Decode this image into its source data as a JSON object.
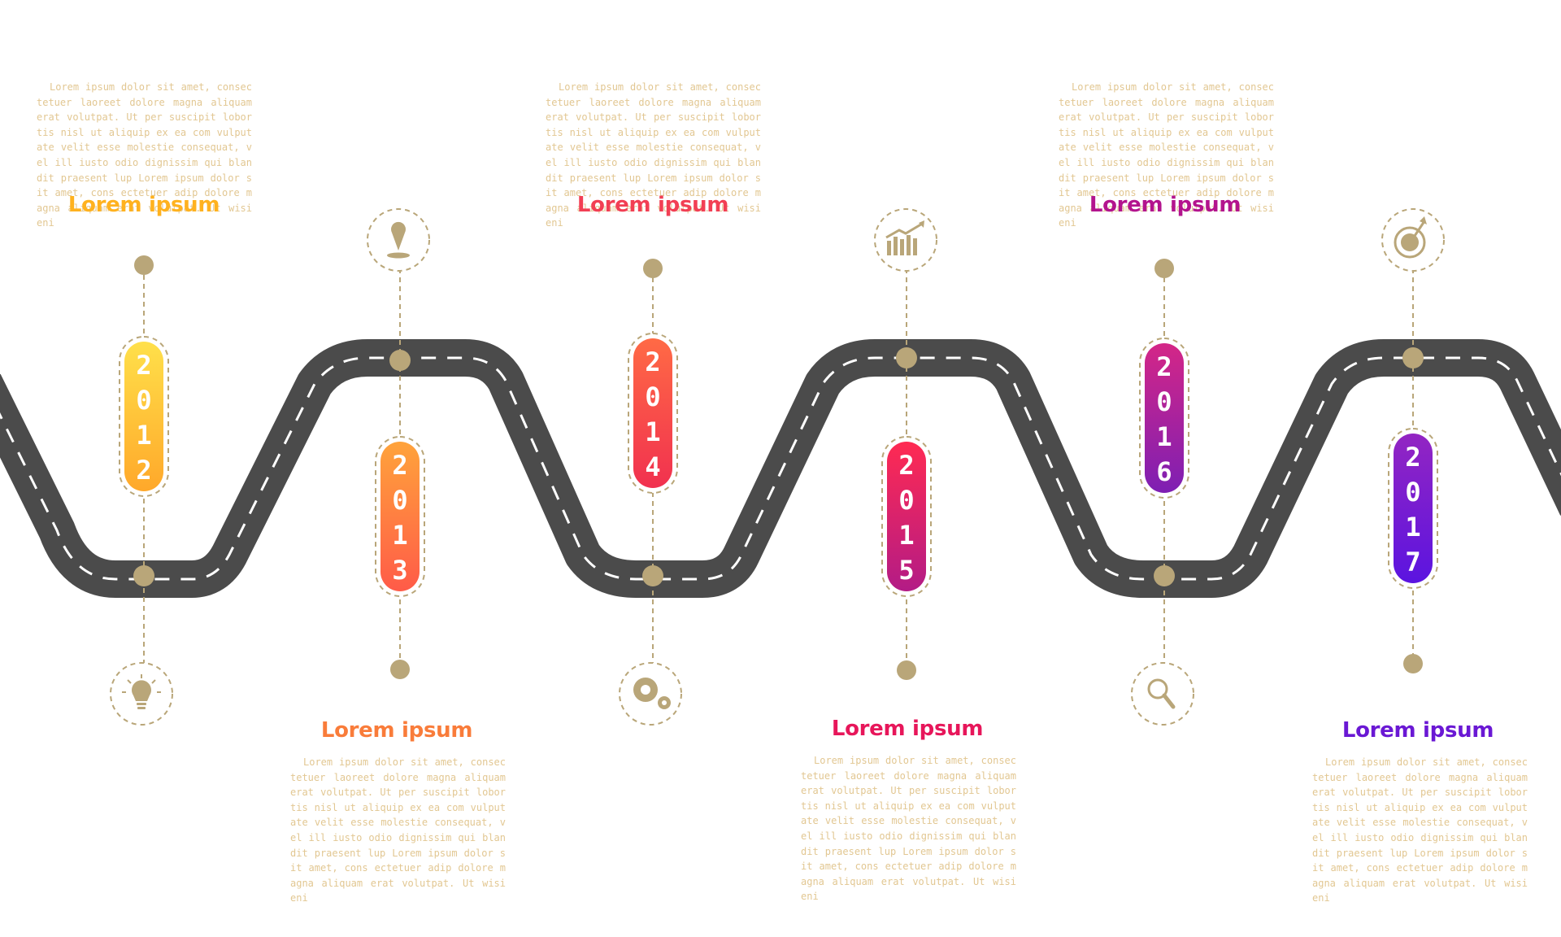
{
  "colors": {
    "road": "#4b4b4b",
    "road_dash": "#ffffff",
    "connector": "#b9a679",
    "text": "#e2c792"
  },
  "milestones": [
    {
      "year": "2012",
      "digits": [
        "2",
        "0",
        "1",
        "2"
      ],
      "title": "Lorem ipsum",
      "title_color": "#ffb21f",
      "gradient": [
        "#ffe04a",
        "#ffa82a"
      ],
      "icon": "lightbulb-icon",
      "text": "Lorem ipsum dolor sit amet, consectetuer laoreet dolore magna aliquam erat volutpat. Ut per suscipit lobortis nisl ut aliquip ex ea com vulputate velit esse molestie consequat, vel ill iusto odio dignissim qui blandit praesent lup Lorem ipsum dolor sit amet, cons ectetuer adip dolore magna aliquam erat volutpat. Ut wisi eni"
    },
    {
      "year": "2013",
      "digits": [
        "2",
        "0",
        "1",
        "3"
      ],
      "title": "Lorem ipsum",
      "title_color": "#f97c3a",
      "gradient": [
        "#ffa33b",
        "#ff5b48"
      ],
      "icon": "location-pin-icon",
      "text": "Lorem ipsum dolor sit amet, consectetuer laoreet dolore magna aliquam erat volutpat. Ut per suscipit lobortis nisl ut aliquip ex ea com vulputate velit esse molestie consequat, vel ill iusto odio dignissim qui blandit praesent lup Lorem ipsum dolor sit amet, cons ectetuer adip dolore magna aliquam erat volutpat. Ut wisi eni"
    },
    {
      "year": "2014",
      "digits": [
        "2",
        "0",
        "1",
        "4"
      ],
      "title": "Lorem ipsum",
      "title_color": "#f23f54",
      "gradient": [
        "#ff6a45",
        "#f1314f"
      ],
      "icon": "gears-icon",
      "text": "Lorem ipsum dolor sit amet, consectetuer laoreet dolore magna aliquam erat volutpat. Ut per suscipit lobortis nisl ut aliquip ex ea com vulputate velit esse molestie consequat, vel ill iusto odio dignissim qui blandit praesent lup Lorem ipsum dolor sit amet, cons ectetuer adip dolore magna aliquam erat volutpat. Ut wisi eni"
    },
    {
      "year": "2015",
      "digits": [
        "2",
        "0",
        "1",
        "5"
      ],
      "title": "Lorem ipsum",
      "title_color": "#e7165a",
      "gradient": [
        "#ff2a52",
        "#b31b86"
      ],
      "icon": "growth-chart-icon",
      "text": "Lorem ipsum dolor sit amet, consectetuer laoreet dolore magna aliquam erat volutpat. Ut per suscipit lobortis nisl ut aliquip ex ea com vulputate velit esse molestie consequat, vel ill iusto odio dignissim qui blandit praesent lup Lorem ipsum dolor sit amet, cons ectetuer adip dolore magna aliquam erat volutpat. Ut wisi eni"
    },
    {
      "year": "2016",
      "digits": [
        "2",
        "0",
        "1",
        "6"
      ],
      "title": "Lorem ipsum",
      "title_color": "#b3148e",
      "gradient": [
        "#d42687",
        "#7e1fb3"
      ],
      "icon": "magnifier-icon",
      "text": "Lorem ipsum dolor sit amet, consectetuer laoreet dolore magna aliquam erat volutpat. Ut per suscipit lobortis nisl ut aliquip ex ea com vulputate velit esse molestie consequat, vel ill iusto odio dignissim qui blandit praesent lup Lorem ipsum dolor sit amet, cons ectetuer adip dolore magna aliquam erat volutpat. Ut wisi eni"
    },
    {
      "year": "2017",
      "digits": [
        "2",
        "0",
        "1",
        "7"
      ],
      "title": "Lorem ipsum",
      "title_color": "#6a18d4",
      "gradient": [
        "#9325c2",
        "#5b14e0"
      ],
      "icon": "target-icon",
      "text": "Lorem ipsum dolor sit amet, consectetuer laoreet dolore magna aliquam erat volutpat. Ut per suscipit lobortis nisl ut aliquip ex ea com vulputate velit esse molestie consequat, vel ill iusto odio dignissim qui blandit praesent lup Lorem ipsum dolor sit amet, cons ectetuer adip dolore magna aliquam erat volutpat. Ut wisi eni"
    }
  ]
}
